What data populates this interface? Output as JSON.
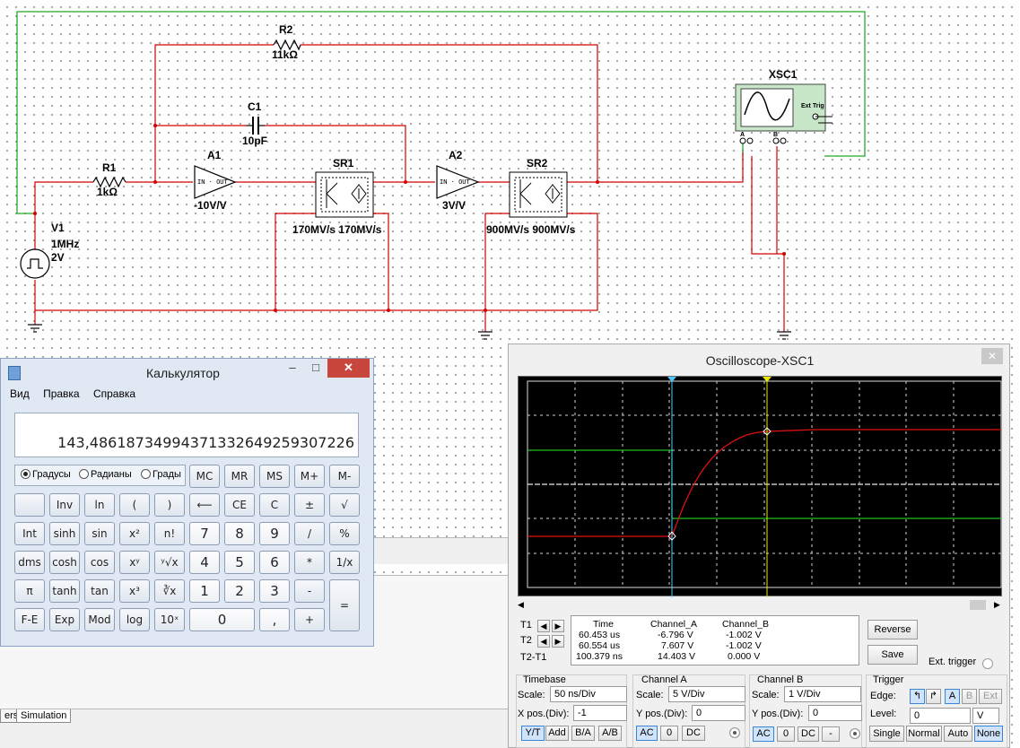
{
  "schematic": {
    "r2": {
      "name": "R2",
      "value": "11kΩ"
    },
    "c1": {
      "name": "C1",
      "value": "10pF"
    },
    "r1": {
      "name": "R1",
      "value": "1kΩ"
    },
    "a1": {
      "name": "A1",
      "gain": "-10V/V"
    },
    "sr1": {
      "name": "SR1",
      "rates": "170MV/s 170MV/s"
    },
    "a2": {
      "name": "A2",
      "gain": "3V/V"
    },
    "sr2": {
      "name": "SR2",
      "rates": "900MV/s 900MV/s"
    },
    "v1": {
      "name": "V1",
      "freq": "1MHz",
      "amp": "2V"
    },
    "xsc1": {
      "name": "XSC1",
      "ext_trig": "Ext Trig",
      "ch_a": "A",
      "ch_b": "B"
    },
    "amp_pins": "IN OUT",
    "wire_red": "#d40000",
    "wire_green": "#22aa22"
  },
  "bottom_tabs": {
    "partial": "ers",
    "simulation": "Simulation"
  },
  "calculator": {
    "title": "Калькулятор",
    "menu": [
      "Вид",
      "Правка",
      "Справка"
    ],
    "display": "143,48618734994371332649259307226",
    "angle_modes": [
      "Градусы",
      "Радианы",
      "Грады"
    ],
    "memory": [
      "MC",
      "MR",
      "MS",
      "M+",
      "M-"
    ],
    "rows": [
      [
        "",
        "Inv",
        "ln",
        "(",
        ")",
        "⟵",
        "CE",
        "C",
        "±",
        "√"
      ],
      [
        "Int",
        "sinh",
        "sin",
        "x²",
        "n!",
        "7",
        "8",
        "9",
        "/",
        "%"
      ],
      [
        "dms",
        "cosh",
        "cos",
        "xʸ",
        "ʸ√x",
        "4",
        "5",
        "6",
        "*",
        "1/x"
      ],
      [
        "π",
        "tanh",
        "tan",
        "x³",
        "∛x",
        "1",
        "2",
        "3",
        "-",
        "="
      ],
      [
        "F-E",
        "Exp",
        "Mod",
        "log",
        "10ˣ",
        "0",
        ",",
        "+"
      ]
    ]
  },
  "oscilloscope": {
    "title": "Oscilloscope-XSC1",
    "cursor_labels": [
      "T1",
      "T2",
      "T2-T1"
    ],
    "readout_headers": [
      "Time",
      "Channel_A",
      "Channel_B"
    ],
    "readout_rows": [
      [
        "60.453 us",
        "-6.796 V",
        "-1.002 V"
      ],
      [
        "60.554 us",
        "7.607 V",
        "-1.002 V"
      ],
      [
        "100.379 ns",
        "14.403 V",
        "0.000 V"
      ]
    ],
    "reverse": "Reverse",
    "save": "Save",
    "ext_trigger": "Ext. trigger",
    "timebase": {
      "title": "Timebase",
      "scale_label": "Scale:",
      "scale": "50 ns/Div",
      "xpos_label": "X pos.(Div):",
      "xpos": "-1",
      "modes": [
        "Y/T",
        "Add",
        "B/A",
        "A/B"
      ]
    },
    "channel_a": {
      "title": "Channel A",
      "scale_label": "Scale:",
      "scale": "5  V/Div",
      "ypos_label": "Y pos.(Div):",
      "ypos": "0",
      "coupling": [
        "AC",
        "0",
        "DC"
      ]
    },
    "channel_b": {
      "title": "Channel B",
      "scale_label": "Scale:",
      "scale": "1  V/Div",
      "ypos_label": "Y pos.(Div):",
      "ypos": "0",
      "coupling": [
        "AC",
        "0",
        "DC",
        "-"
      ]
    },
    "trigger": {
      "title": "Trigger",
      "edge_label": "Edge:",
      "sources": [
        "A",
        "B",
        "Ext"
      ],
      "level_label": "Level:",
      "level": "0",
      "level_unit": "V",
      "modes": [
        "Single",
        "Normal",
        "Auto",
        "None"
      ]
    },
    "trace_a_color": "#e01010",
    "trace_b_color": "#20c020",
    "cursor1_color": "#4fc8ff",
    "cursor2_color": "#e8e800"
  }
}
